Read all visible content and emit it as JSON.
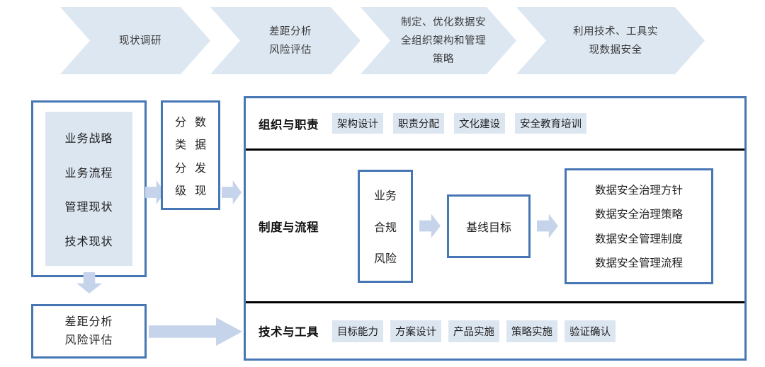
{
  "process_band": {
    "steps": [
      {
        "id": "step-1",
        "label": "现状调研"
      },
      {
        "id": "step-2",
        "label": "差距分析\n风险评估"
      },
      {
        "id": "step-3",
        "label": "制定、优化数据安\n全组织架构和管理\n策略"
      },
      {
        "id": "step-4",
        "label": "利用技术、工具实\n现数据安全"
      }
    ]
  },
  "left_column": {
    "survey_box": {
      "name": "current-state-survey",
      "items": [
        "业务战略",
        "业务流程",
        "管理现状",
        "技术现状"
      ]
    },
    "classify_box": {
      "name": "data-discovery-classification",
      "column_left": [
        "分",
        "类",
        "分",
        "级"
      ],
      "column_right": [
        "数",
        "据",
        "发",
        "现"
      ]
    },
    "gap_box": {
      "name": "gap-analysis-risk-assessment",
      "label": "差距分析\n风险评估"
    }
  },
  "main_panel": {
    "rows": [
      {
        "id": "row-org",
        "title": "组织与职责",
        "tags": [
          "架构设计",
          "职责分配",
          "文化建设",
          "安全教育培训"
        ]
      },
      {
        "id": "row-proc",
        "title": "制度与流程",
        "inputs": [
          "业务",
          "合规",
          "风险"
        ],
        "baseline": "基线目标",
        "outputs": [
          "数据安全治理方针",
          "数据安全治理策略",
          "数据安全管理制度",
          "数据安全管理流程"
        ]
      },
      {
        "id": "row-tech",
        "title": "技术与工具",
        "tags": [
          "目标能力",
          "方案设计",
          "产品实施",
          "策略实施",
          "验证确认"
        ]
      }
    ]
  },
  "colors": {
    "chevron_fill": "#dde7f1",
    "box_border": "#4677b4",
    "tag_fill": "#dce6f1",
    "arrow_fill": "#c5d4ea",
    "divider": "#000000",
    "text": "#1f1f1f"
  }
}
